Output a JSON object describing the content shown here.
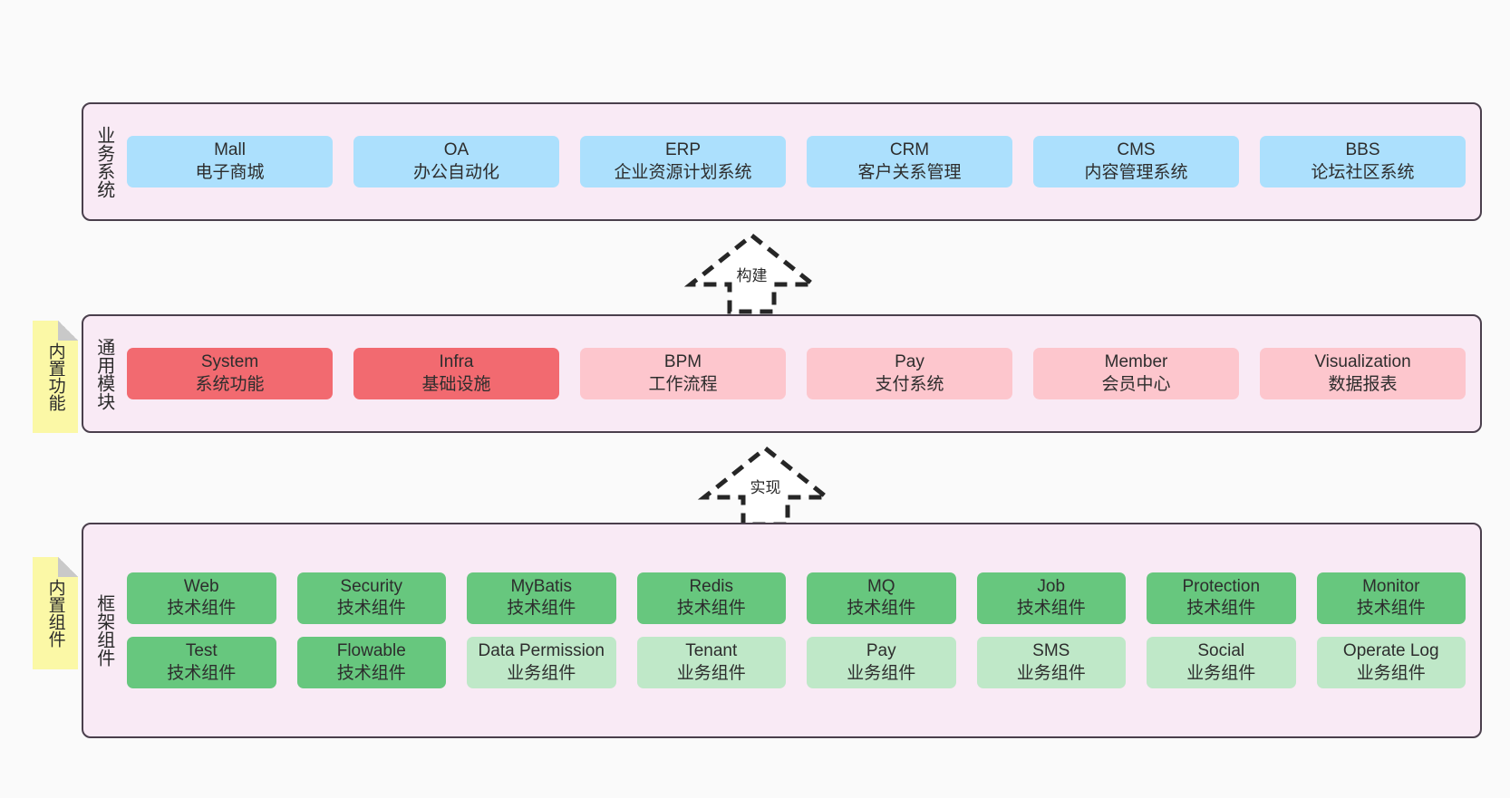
{
  "diagram": {
    "background_color": "#fafafa",
    "layer_fill": "#f9eaf5",
    "layer_border": "#4a3f4c",
    "note_fill": "#fbf8a6",
    "colors": {
      "blue": "#ace0fd",
      "red": "#f26a70",
      "pink": "#fdc6cd",
      "green": "#67c77e",
      "light_green": "#bfe8c8"
    }
  },
  "layers": [
    {
      "id": "business-systems",
      "title": "业务系统",
      "rows": [
        [
          {
            "name": "Mall",
            "desc": "电子商城",
            "color": "blue"
          },
          {
            "name": "OA",
            "desc": "办公自动化",
            "color": "blue"
          },
          {
            "name": "ERP",
            "desc": "企业资源计划系统",
            "color": "blue"
          },
          {
            "name": "CRM",
            "desc": "客户关系管理",
            "color": "blue"
          },
          {
            "name": "CMS",
            "desc": "内容管理系统",
            "color": "blue"
          },
          {
            "name": "BBS",
            "desc": "论坛社区系统",
            "color": "blue"
          }
        ]
      ]
    },
    {
      "id": "common-modules",
      "title": "通用模块",
      "note": "内置功能",
      "rows": [
        [
          {
            "name": "System",
            "desc": "系统功能",
            "color": "red"
          },
          {
            "name": "Infra",
            "desc": "基础设施",
            "color": "red"
          },
          {
            "name": "BPM",
            "desc": "工作流程",
            "color": "pink"
          },
          {
            "name": "Pay",
            "desc": "支付系统",
            "color": "pink"
          },
          {
            "name": "Member",
            "desc": "会员中心",
            "color": "pink"
          },
          {
            "name": "Visualization",
            "desc": "数据报表",
            "color": "pink"
          }
        ]
      ]
    },
    {
      "id": "framework-components",
      "title": "框架组件",
      "note": "内置组件",
      "rows": [
        [
          {
            "name": "Web",
            "desc": "技术组件",
            "color": "green"
          },
          {
            "name": "Security",
            "desc": "技术组件",
            "color": "green"
          },
          {
            "name": "MyBatis",
            "desc": "技术组件",
            "color": "green"
          },
          {
            "name": "Redis",
            "desc": "技术组件",
            "color": "green"
          },
          {
            "name": "MQ",
            "desc": "技术组件",
            "color": "green"
          },
          {
            "name": "Job",
            "desc": "技术组件",
            "color": "green"
          },
          {
            "name": "Protection",
            "desc": "技术组件",
            "color": "green"
          },
          {
            "name": "Monitor",
            "desc": "技术组件",
            "color": "green"
          }
        ],
        [
          {
            "name": "Test",
            "desc": "技术组件",
            "color": "green"
          },
          {
            "name": "Flowable",
            "desc": "技术组件",
            "color": "green"
          },
          {
            "name": "Data Permission",
            "desc": "业务组件",
            "color": "lightgreen"
          },
          {
            "name": "Tenant",
            "desc": "业务组件",
            "color": "lightgreen"
          },
          {
            "name": "Pay",
            "desc": "业务组件",
            "color": "lightgreen"
          },
          {
            "name": "SMS",
            "desc": "业务组件",
            "color": "lightgreen"
          },
          {
            "name": "Social",
            "desc": "业务组件",
            "color": "lightgreen"
          },
          {
            "name": "Operate Log",
            "desc": "业务组件",
            "color": "lightgreen"
          }
        ]
      ]
    }
  ],
  "connectors": [
    {
      "id": "build",
      "label": "构建"
    },
    {
      "id": "implement",
      "label": "实现"
    }
  ]
}
